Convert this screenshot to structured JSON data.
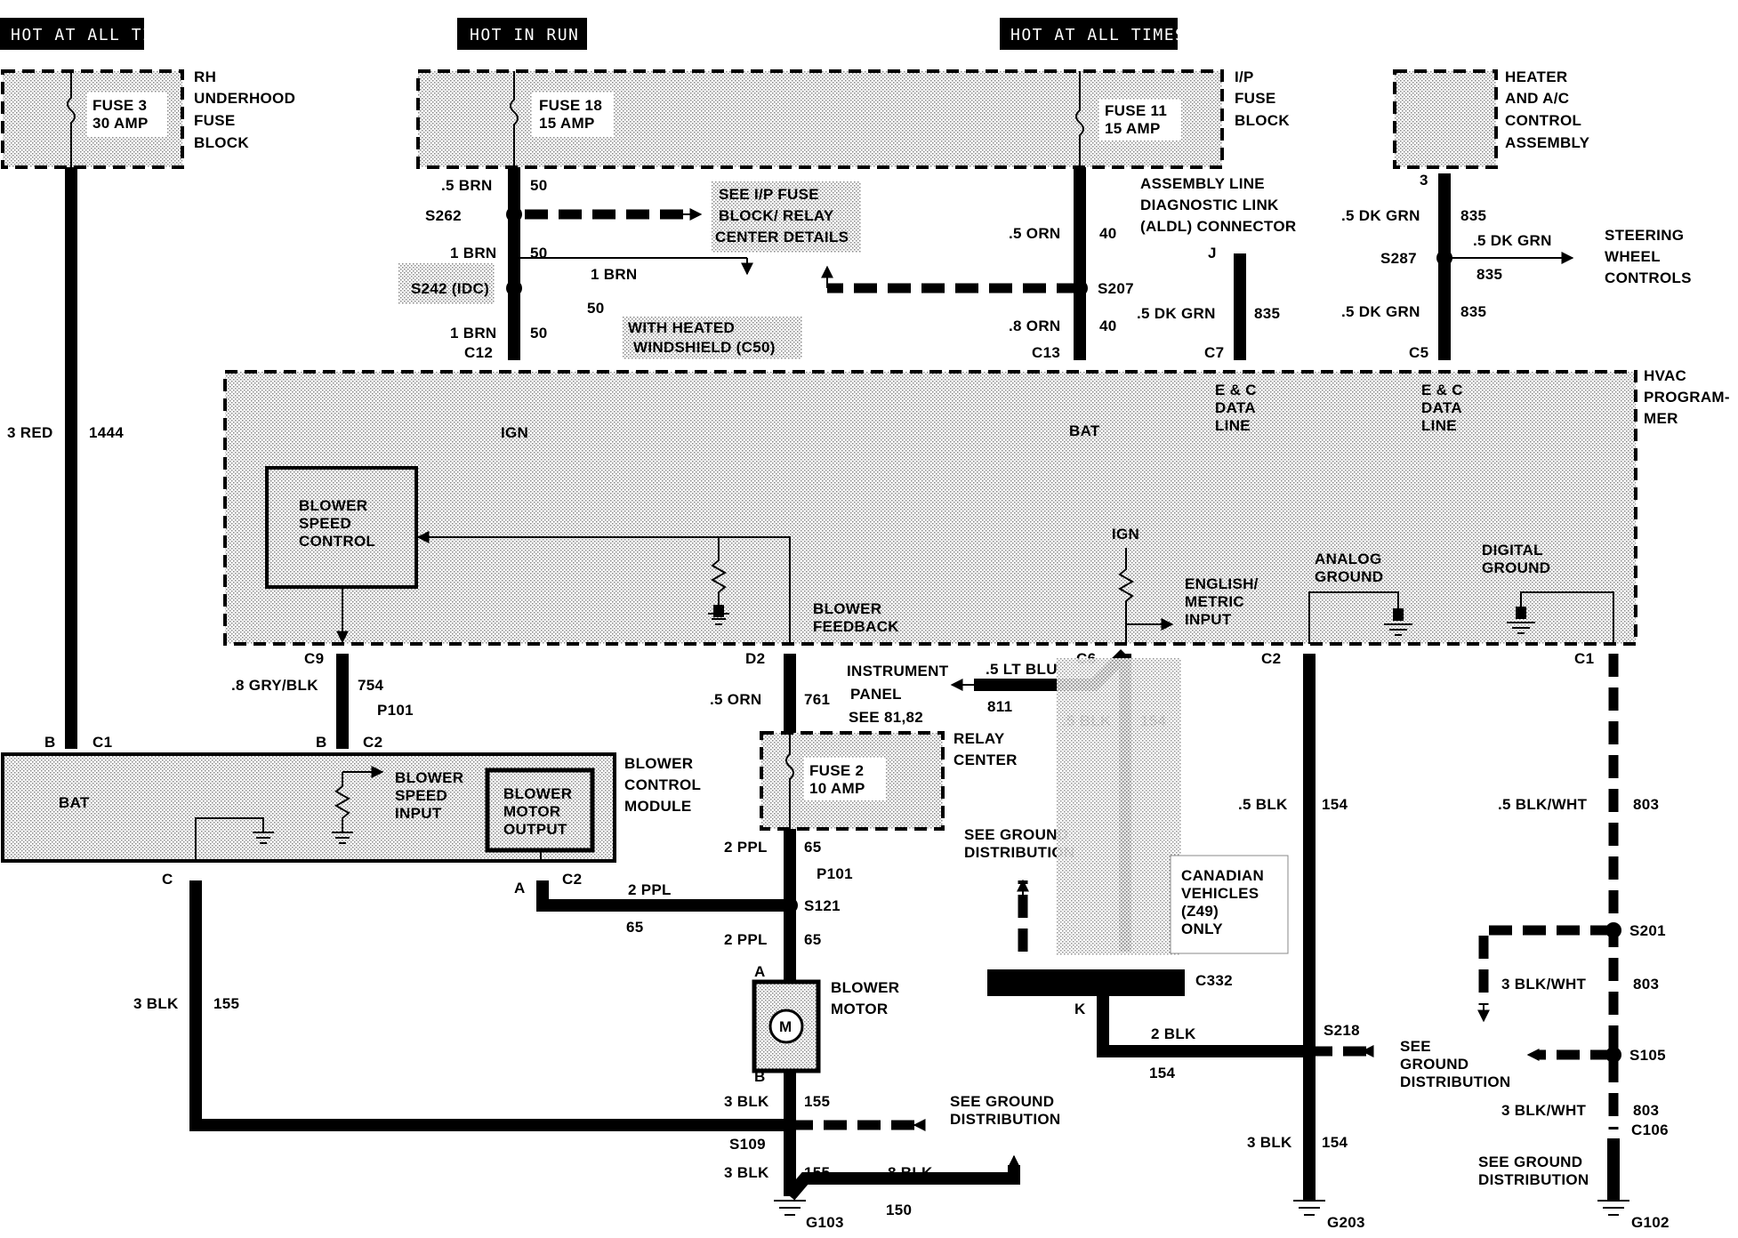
{
  "headers": {
    "hot_all_times_left": "HOT AT ALL TIMES",
    "hot_in_run": "HOT IN RUN",
    "hot_all_times_right": "HOT AT ALL TIMES"
  },
  "rh_underhood": {
    "fuse_name": "FUSE 3",
    "fuse_rating": "30 AMP",
    "title_l1": "RH",
    "title_l2": "UNDERHOOD",
    "title_l3": "FUSE",
    "title_l4": "BLOCK"
  },
  "ip_fuse_block": {
    "fuse18_name": "FUSE 18",
    "fuse18_rating": "15 AMP",
    "fuse11_name": "FUSE 11",
    "fuse11_rating": "15 AMP",
    "title_l1": "I/P",
    "title_l2": "FUSE",
    "title_l3": "BLOCK"
  },
  "heater_ac": {
    "l1": "HEATER",
    "l2": "AND A/C",
    "l3": "CONTROL",
    "l4": "ASSEMBLY",
    "pin": "3"
  },
  "wires": {
    "brn_5": ".5 BRN",
    "brn_1a": "1 BRN",
    "brn_1b": "1 BRN",
    "brn_1c": "1 BRN",
    "c50": "50",
    "orn_5": ".5 ORN",
    "orn_8": ".8 ORN",
    "c40": "40",
    "dkgrn_a": ".5 DK GRN",
    "dkgrn_b": ".5 DK GRN",
    "dkgrn_c": ".5 DK GRN",
    "dkgrn_d": ".5 DK GRN",
    "c835": "835",
    "red_3": "3 RED",
    "c1444": "1444",
    "grybl": ".8 GRY/BLK",
    "c754": "754",
    "orn_761": ".5 ORN",
    "c761": "761",
    "ltblu": ".5 LT BLU",
    "c811": "811",
    "blk_5": ".5 BLK",
    "c154": "154",
    "blkwht_5": ".5 BLK/WHT",
    "c803": "803",
    "ppl_2": "2 PPL",
    "c65": "65",
    "blk_3": "3 BLK",
    "c155": "155",
    "blk_8": "8 BLK",
    "c150": "150",
    "blk_2": "2 BLK",
    "blkwht_3": "3 BLK/WHT"
  },
  "splices": {
    "s262": "S262",
    "s242": "S242 (IDC)",
    "s207": "S207",
    "s287": "S287",
    "s121": "S121",
    "s109": "S109",
    "s218": "S218",
    "s201": "S201",
    "s105": "S105"
  },
  "connectors": {
    "c12": "C12",
    "c13": "C13",
    "c7": "C7",
    "c5": "C5",
    "c9": "C9",
    "d2": "D2",
    "c6": "C6",
    "c2": "C2",
    "c1": "C1",
    "p101a": "P101",
    "p101b": "P101",
    "bcm_b1": "B",
    "bcm_c1": "C1",
    "bcm_b2": "B",
    "bcm_c2": "C2",
    "bcm_c": "C",
    "bcm_a": "A",
    "bcm_c2b": "C2",
    "c332": "C332",
    "k": "K",
    "c106": "C106",
    "j": "J",
    "mot_a": "A",
    "mot_b": "B"
  },
  "notes": {
    "see_ip_l1": "SEE I/P FUSE",
    "see_ip_l2": "BLOCK/ RELAY",
    "see_ip_l3": "CENTER DETAILS",
    "heated_l1": "WITH  HEATED",
    "heated_l2": "WINDSHIELD (C50)",
    "aldl_l1": "ASSEMBLY LINE",
    "aldl_l2": "DIAGNOSTIC LINK",
    "aldl_l3": "(ALDL) CONNECTOR",
    "steer_l1": "STEERING",
    "steer_l2": "WHEEL",
    "steer_l3": "CONTROLS",
    "ip_l1": "INSTRUMENT",
    "ip_l2": "PANEL",
    "ip_l3": "SEE 81,82",
    "gnd_a_l1": "SEE GROUND",
    "gnd_a_l2": "DISTRIBUTION",
    "gnd_b_l1": "SEE GROUND",
    "gnd_b_l2": "DISTRIBUTION",
    "gnd_c_l1": "SEE",
    "gnd_c_l2": "GROUND",
    "gnd_c_l3": "DISTRIBUTION",
    "gnd_d_l1": "SEE GROUND",
    "gnd_d_l2": "DISTRIBUTION",
    "can_l1": "CANADIAN",
    "can_l2": "VEHICLES",
    "can_l3": "(Z49)",
    "can_l4": "ONLY"
  },
  "hvac": {
    "t1": "HVAC",
    "t2": "PROGRAM-",
    "t3": "MER",
    "ign": "IGN",
    "bat": "BAT",
    "ec1_l1": "E & C",
    "ec1_l2": "DATA",
    "ec1_l3": "LINE",
    "ec2_l1": "E & C",
    "ec2_l2": "DATA",
    "ec2_l3": "LINE",
    "bsc_l1": "BLOWER",
    "bsc_l2": "SPEED",
    "bsc_l3": "CONTROL",
    "fb_l1": "BLOWER",
    "fb_l2": "FEEDBACK",
    "ign2": "IGN",
    "em_l1": "ENGLISH/",
    "em_l2": "METRIC",
    "em_l3": "INPUT",
    "ag_l1": "ANALOG",
    "ag_l2": "GROUND",
    "dg_l1": "DIGITAL",
    "dg_l2": "GROUND"
  },
  "bcm": {
    "bat": "BAT",
    "bsi_l1": "BLOWER",
    "bsi_l2": "SPEED",
    "bsi_l3": "INPUT",
    "bmo_l1": "BLOWER",
    "bmo_l2": "MOTOR",
    "bmo_l3": "OUTPUT",
    "t1": "BLOWER",
    "t2": "CONTROL",
    "t3": "MODULE"
  },
  "relay_center": {
    "t1": "RELAY",
    "t2": "CENTER",
    "fuse_name": "FUSE 2",
    "fuse_rating": "10 AMP"
  },
  "motor": {
    "t1": "BLOWER",
    "t2": "MOTOR",
    "symbol": "M"
  },
  "grounds": {
    "g103": "G103",
    "g203": "G203",
    "g102": "G102"
  }
}
